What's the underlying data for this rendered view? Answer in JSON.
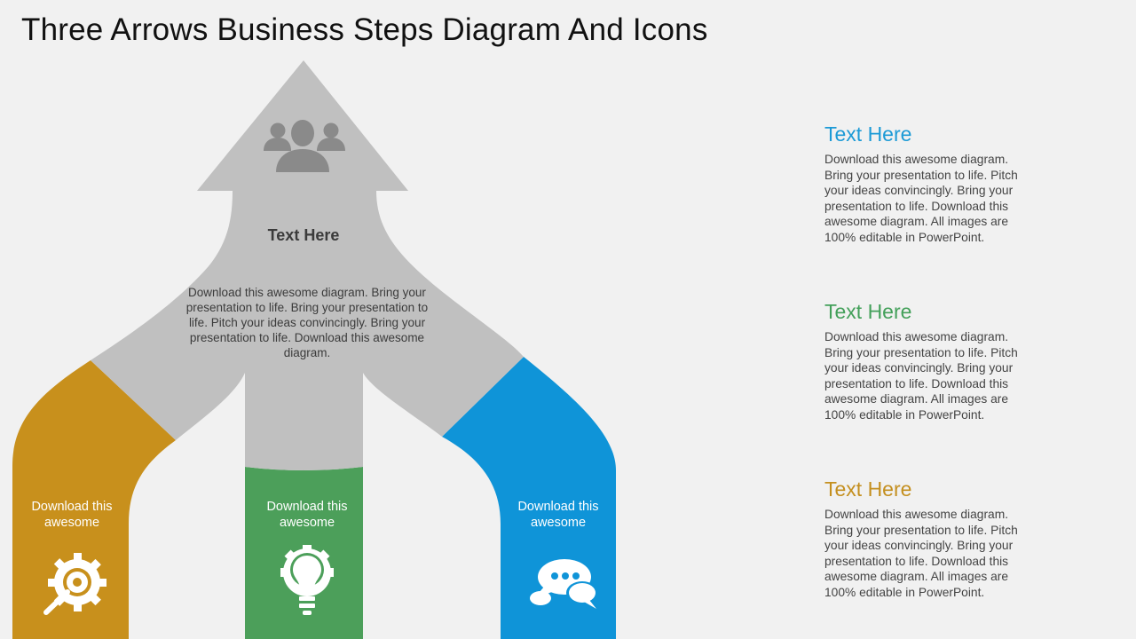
{
  "title": "Three Arrows Business Steps Diagram And Icons",
  "colors": {
    "arrow_gray": "#c0c0c0",
    "icon_gray": "#8a8a8a",
    "orange": "#c8901c",
    "green": "#4c9f5a",
    "blue": "#0f94d8",
    "side_title_1": "#1c9ad6",
    "side_title_2": "#43a05a",
    "side_title_3": "#c48f1f"
  },
  "arrow": {
    "icon": "users-group-icon",
    "heading": "Text Here",
    "body": "Download this awesome diagram. Bring your presentation to life. Bring your presentation to life. Pitch your ideas convincingly. Bring your presentation to life. Download this awesome diagram."
  },
  "columns": [
    {
      "label": "Download this awesome",
      "icon": "search-gear-icon"
    },
    {
      "label": "Download this awesome",
      "icon": "lightbulb-gear-icon"
    },
    {
      "label": "Download this awesome",
      "icon": "chat-bubbles-icon"
    }
  ],
  "side_blocks": [
    {
      "title": "Text Here",
      "text": "Download this awesome diagram. Bring your presentation to life. Pitch your ideas convincingly. Bring your presentation to life. Download this awesome diagram. All images are 100% editable in PowerPoint."
    },
    {
      "title": "Text Here",
      "text": "Download this awesome diagram. Bring your presentation to life. Pitch your ideas convincingly. Bring your presentation to life. Download this awesome diagram. All images are 100% editable in PowerPoint."
    },
    {
      "title": "Text Here",
      "text": "Download this awesome diagram. Bring your presentation to life. Pitch your ideas convincingly. Bring your presentation to life. Download this awesome diagram. All images are 100% editable in PowerPoint."
    }
  ]
}
